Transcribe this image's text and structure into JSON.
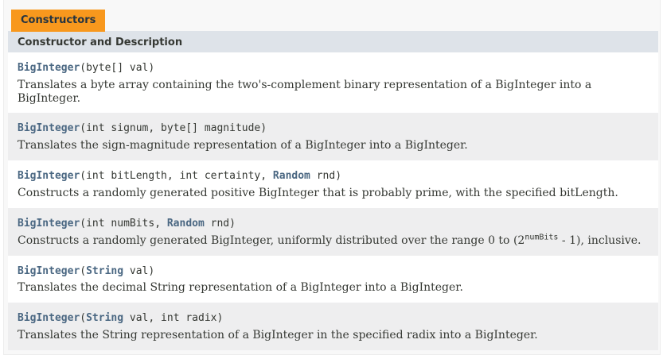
{
  "section": {
    "tab_label": "Constructors"
  },
  "table": {
    "header": "Constructor and Description",
    "rows": [
      {
        "sig": [
          "BigInteger",
          "(byte[] val)"
        ],
        "description": "Translates a byte array containing the two's-complement binary representation of a BigInteger into a BigInteger."
      },
      {
        "sig": [
          "BigInteger",
          "(int signum, byte[] magnitude)"
        ],
        "description": "Translates the sign-magnitude representation of a BigInteger into a BigInteger."
      },
      {
        "sig": [
          "BigInteger",
          "(int bitLength, int certainty, ",
          "Random",
          " rnd)"
        ],
        "description": "Constructs a randomly generated positive BigInteger that is probably prime, with the specified bitLength."
      },
      {
        "sig": [
          "BigInteger",
          "(int numBits, ",
          "Random",
          " rnd)"
        ],
        "description_pre": "Constructs a randomly generated BigInteger, uniformly distributed over the range 0 to (2",
        "description_sup": "numBits",
        "description_post": " - 1), inclusive."
      },
      {
        "sig": [
          "BigInteger",
          "(",
          "String",
          " val)"
        ],
        "description": "Translates the decimal String representation of a BigInteger into a BigInteger."
      },
      {
        "sig": [
          "BigInteger",
          "(",
          "String",
          " val, int radix)"
        ],
        "description": "Translates the String representation of a BigInteger in the specified radix into a BigInteger."
      }
    ]
  },
  "colors": {
    "tab_background": "#F8981D",
    "tab_text": "#253441",
    "header_background": "#DEE3E9",
    "alt_row_background": "#EEEEEF",
    "link": "#4A6782",
    "body_text": "#353833",
    "section_background": "#F8F8F8",
    "section_border": "#EDEDED"
  }
}
